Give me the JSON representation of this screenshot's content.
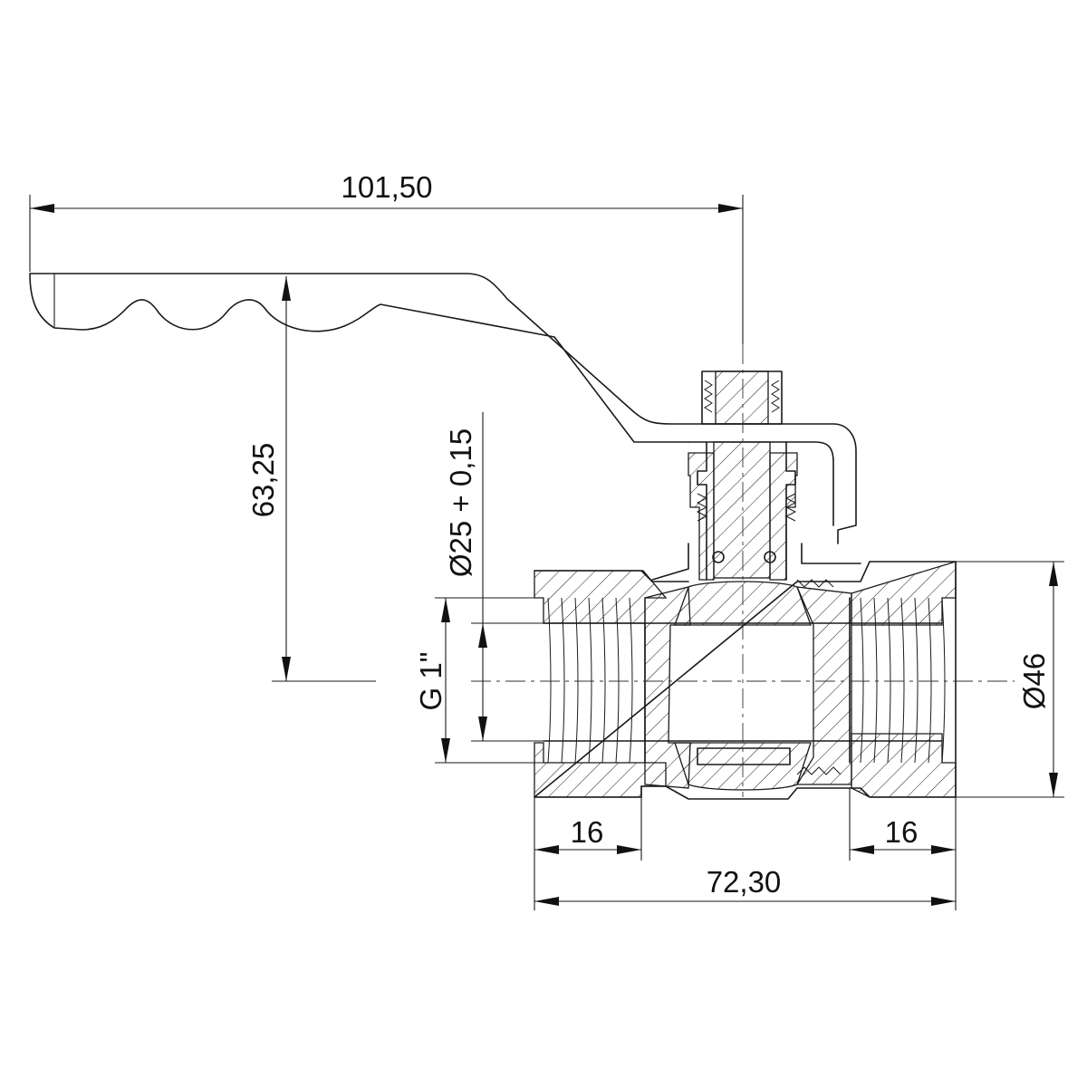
{
  "dimensions": {
    "handle_length": "101,50",
    "handle_height": "63,25",
    "stem_bore": "Ø25 + 0,15",
    "thread_size": "G 1\"",
    "outer_diameter": "Ø46",
    "left_thread_length": "16",
    "right_thread_length": "16",
    "overall_length": "72,30"
  },
  "colors": {
    "line": "#1a1a1a",
    "background": "#ffffff"
  }
}
